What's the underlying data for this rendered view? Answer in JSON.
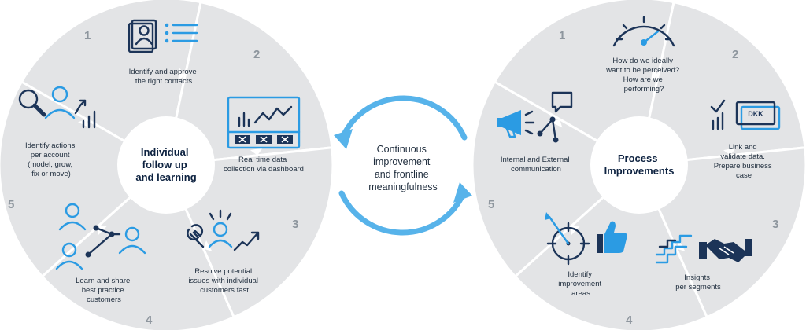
{
  "left_wheel": {
    "center": "Individual follow up and learning",
    "center_lines": [
      "Individual",
      "follow up",
      "and learning"
    ],
    "segments": [
      {
        "number": "1",
        "lines": [
          "Identify and approve",
          "the right contacts"
        ],
        "icon": "contact-list-icon"
      },
      {
        "number": "2",
        "lines": [
          "Real time data",
          "collection via dashboard"
        ],
        "icon": "dashboard-icon"
      },
      {
        "number": "3",
        "lines": [
          "Resolve potential",
          "issues with individual",
          "customers fast"
        ],
        "icon": "wrench-person-icon"
      },
      {
        "number": "4",
        "lines": [
          "Learn and share",
          "best practice",
          "customers"
        ],
        "icon": "share-people-icon"
      },
      {
        "number": "5",
        "lines": [
          "Identify actions",
          "per account",
          "(model, grow,",
          "fix or move)"
        ],
        "icon": "magnify-growth-icon"
      }
    ]
  },
  "cycle": {
    "lines": [
      "Continuous",
      "improvement",
      "and frontline",
      "meaningfulness"
    ]
  },
  "right_wheel": {
    "center": "Process Improvements",
    "center_lines": [
      "Process",
      "Improvements"
    ],
    "segments": [
      {
        "number": "1",
        "lines": [
          "How do we ideally",
          "want to be perceived?",
          "How are we",
          "performing?"
        ],
        "icon": "gauge-icon"
      },
      {
        "number": "2",
        "lines": [
          "Link and",
          "validate data.",
          "Prepare business",
          "case"
        ],
        "icon": "dkk-data-icon",
        "badge": "DKK"
      },
      {
        "number": "3",
        "lines": [
          "Insights",
          "per segments"
        ],
        "icon": "handshake-icon"
      },
      {
        "number": "4",
        "lines": [
          "Identify",
          "improvement",
          "areas"
        ],
        "icon": "target-thumb-icon"
      },
      {
        "number": "5",
        "lines": [
          "Internal and External",
          "communication"
        ],
        "icon": "megaphone-icon"
      }
    ]
  },
  "colors": {
    "segment": "#e3e4e6",
    "divider": "#ffffff",
    "ink": "#1c3458",
    "accent": "#2b9be3",
    "number": "#8e969e"
  }
}
